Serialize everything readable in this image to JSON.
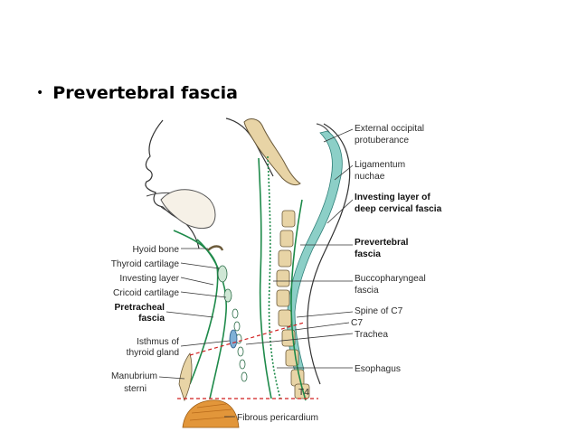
{
  "slide": {
    "bullet": "•",
    "title": "Prevertebral fascia"
  },
  "figure": {
    "labels_left": {
      "hyoid": "Hyoid bone",
      "thyroid_cartilage": "Thyroid cartilage",
      "investing_layer": "Investing layer",
      "cricoid": "Cricoid cartilage",
      "pretracheal_1": "Pretracheal",
      "pretracheal_2": "fascia",
      "isthmus_1": "Isthmus of",
      "isthmus_2": "thyroid gland",
      "manubrium_1": "Manubrium",
      "manubrium_2": "sterni"
    },
    "labels_right": {
      "ext_occ_1": "External occipital",
      "ext_occ_2": "protuberance",
      "lig_1": "Ligamentum",
      "lig_2": "nuchae",
      "inv_deep_1": "Investing layer of",
      "inv_deep_2": "deep cervical fascia",
      "prevert_1": "Prevertebral",
      "prevert_2": "fascia",
      "bucco_1": "Buccopharyngeal",
      "bucco_2": "fascia",
      "spine_c7": "Spine of C7",
      "c7": "C7",
      "trachea": "Trachea",
      "esophagus": "Esophagus",
      "t4": "T4",
      "fibrous_pericardium": "Fibrous pericardium"
    },
    "colors": {
      "fascia_green": "#1e8a4a",
      "ligament_teal": "#3aa39a",
      "bone_tan": "#e8d4a6",
      "dashed_red": "#d11f1f",
      "heart_orange": "#e2963a"
    }
  }
}
